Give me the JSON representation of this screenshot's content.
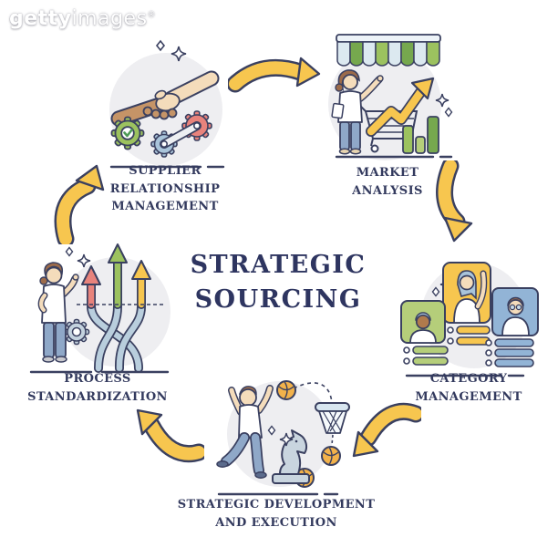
{
  "watermark": {
    "brand_bold": "getty",
    "brand_light": "images",
    "registered": "®"
  },
  "title": {
    "line1": "STRATEGIC",
    "line2": "SOURCING"
  },
  "stages": [
    {
      "id": "supplier-relationship-management",
      "label": "SUPPLIER RELATIONSHIP MANAGEMENT",
      "icon": "handshake-gears-icon"
    },
    {
      "id": "market-analysis",
      "label": "MARKET ANALYSIS",
      "icon": "storefront-growth-chart-icon"
    },
    {
      "id": "category-management",
      "label": "CATEGORY MANAGEMENT",
      "icon": "people-category-cards-icon"
    },
    {
      "id": "strategic-development-and-execution",
      "label": "STRATEGIC DEVELOPMENT AND EXECUTION",
      "icon": "basketball-hoop-chess-icon"
    },
    {
      "id": "process-standardization",
      "label": "PROCESS STANDARDIZATION",
      "icon": "braided-arrows-icon"
    }
  ],
  "cycle_arrows": [
    "top",
    "right",
    "bottom-right",
    "bottom-left",
    "left"
  ],
  "colors": {
    "outline_navy": "#3A4060",
    "text_navy": "#2E3560",
    "arrow_yellow": "#F7C64F",
    "circle_gray": "#EEEEF1",
    "green": "#9CC25F",
    "green_dark": "#76A84E",
    "green_light": "#B5CE7A",
    "blue_card": "#92B4D6",
    "blue_ribbon": "#B9CEDD",
    "pink_red": "#E8837C",
    "ball_orange": "#F2B24B",
    "skin": "#F4DCBB",
    "skin_dark": "#B07A4C",
    "hair_brown": "#9C6B4A"
  }
}
